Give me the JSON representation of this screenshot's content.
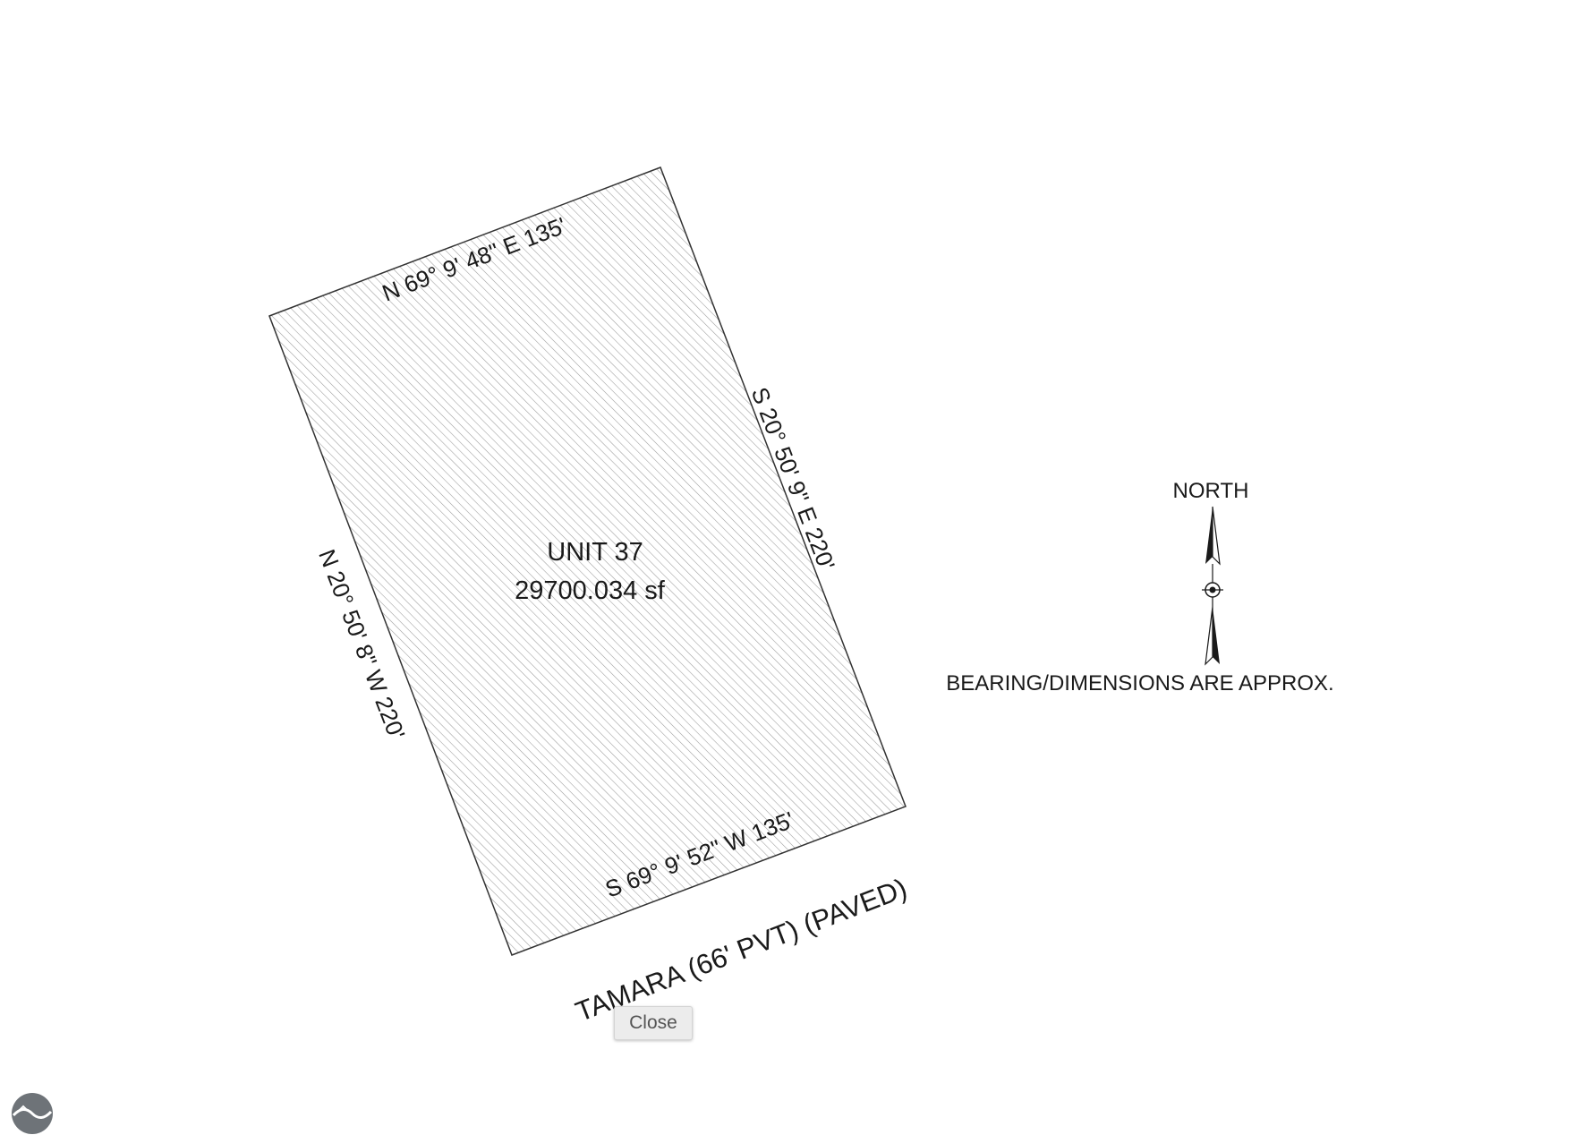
{
  "plat": {
    "unit_label": "UNIT 37",
    "area_label": "29700.034 sf",
    "bearings": {
      "north_line": "N 69° 9' 48\" E  135'",
      "east_line": "S 20° 50' 9\" E  220'",
      "south_line": "S 69° 9' 52\" W  135'",
      "west_line": "N 20° 50' 8\" W  220'"
    },
    "road_label": "TAMARA (66' PVT) (PAVED)",
    "north_label": "NORTH",
    "disclaimer": "BEARING/DIMENSIONS ARE APPROX."
  },
  "controls": {
    "close_label": "Close"
  },
  "icons": {
    "north_arrow": "north-arrow-icon",
    "logo": "logo-icon"
  },
  "colors": {
    "line": "#333333",
    "hatch": "#9a9a9a",
    "logo": "#6e7378"
  }
}
